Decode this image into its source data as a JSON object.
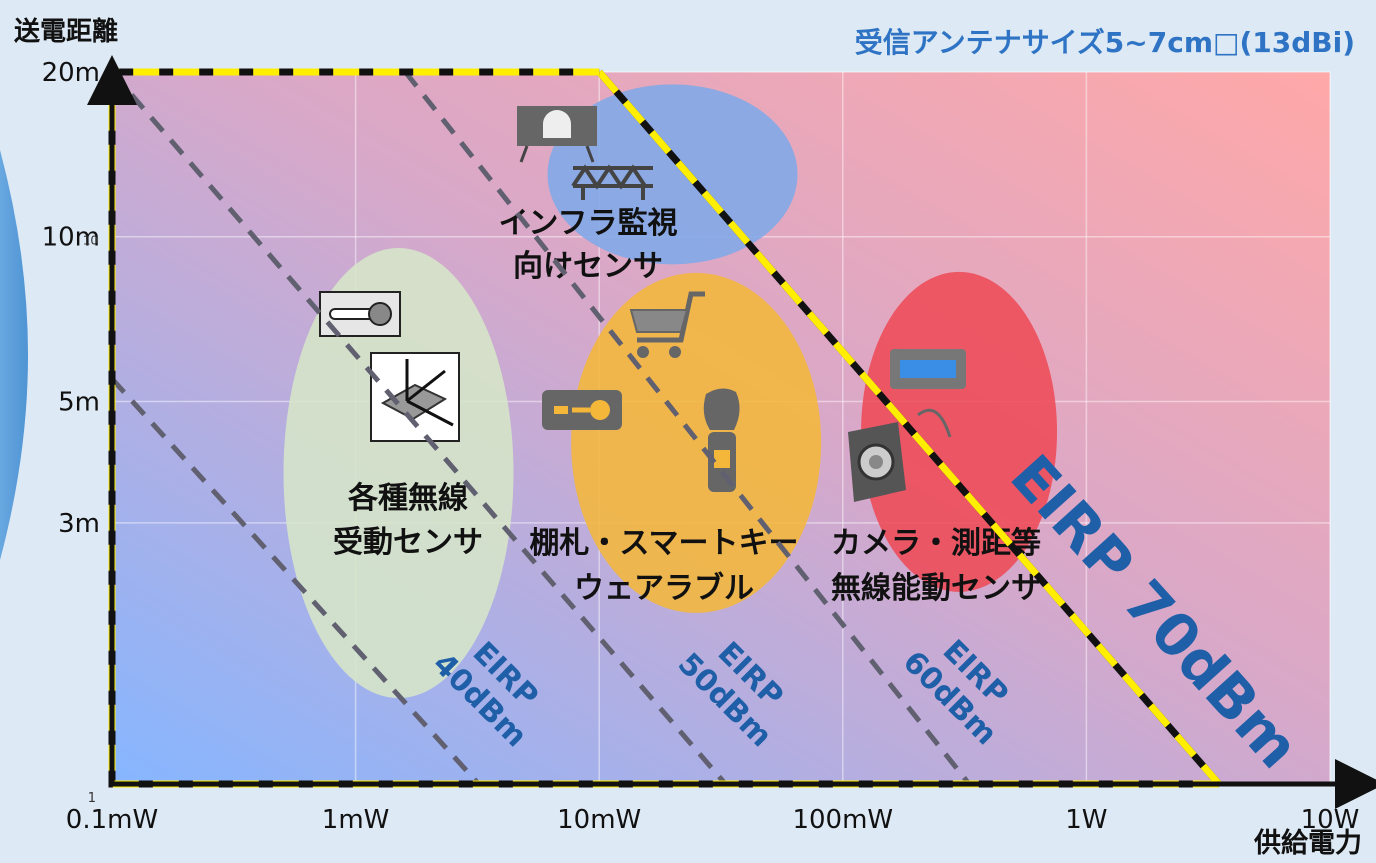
{
  "chart_data": {
    "type": "scatter",
    "title": "受信アンテナサイズ5~7cm□(13dBi)",
    "xlabel": "供給電力",
    "ylabel": "送電距離",
    "x_scale": "log",
    "y_scale": "log",
    "xlim_mW": [
      0.1,
      10000
    ],
    "ylim_m": [
      1,
      20
    ],
    "x_ticks": [
      {
        "value_mW": 0.1,
        "label": "0.1mW"
      },
      {
        "value_mW": 1,
        "label": "1mW"
      },
      {
        "value_mW": 10,
        "label": "10mW"
      },
      {
        "value_mW": 100,
        "label": "100mW"
      },
      {
        "value_mW": 1000,
        "label": "1W"
      },
      {
        "value_mW": 10000,
        "label": "10W"
      }
    ],
    "y_ticks": [
      {
        "value_m": 20,
        "label": "20m"
      },
      {
        "value_m": 10,
        "label": "10m"
      },
      {
        "value_m": 5,
        "label": "5m"
      },
      {
        "value_m": 3,
        "label": "3m"
      }
    ],
    "corner_labels": {
      "origin": "1",
      "ten": "10"
    },
    "grid": true,
    "eirp_lines": [
      {
        "label_lines": [
          "EIRP",
          "40dBm"
        ],
        "points": [
          [
            0.1,
            5.5
          ],
          [
            3.2,
            1
          ]
        ],
        "style": "dashed-gray"
      },
      {
        "label_lines": [
          "EIRP",
          "50dBm"
        ],
        "points": [
          [
            0.1,
            20
          ],
          [
            33,
            1
          ]
        ],
        "style": "dashed-gray"
      },
      {
        "label_lines": [
          "EIRP",
          "60dBm"
        ],
        "points": [
          [
            1.6,
            20
          ],
          [
            330,
            1
          ]
        ],
        "style": "dashed-gray"
      },
      {
        "label_lines": [
          "EIRP 70dBm"
        ],
        "points": [
          [
            10,
            20
          ],
          [
            3500,
            1
          ]
        ],
        "style": "dashed-yellow-boundary"
      }
    ],
    "regions": [
      {
        "label_lines": [
          "各種無線",
          "受動センサ"
        ],
        "center": [
          1.5,
          3.7
        ],
        "color": "#d6e6c8",
        "icons": [
          "thermometer-icon",
          "motion-sensor-icon"
        ]
      },
      {
        "label_lines": [
          "インフラ監視",
          "向けセンサ"
        ],
        "center": [
          20,
          13
        ],
        "color": "#7fa8e8",
        "icons": [
          "tunnel-monitor-icon",
          "bridge-icon"
        ]
      },
      {
        "label_lines": [
          "棚札・スマートキー",
          "ウェアラブル"
        ],
        "center": [
          25,
          4.2
        ],
        "color": "#f4b73a",
        "icons": [
          "shopping-cart-icon",
          "key-card-icon",
          "wearable-hand-icon"
        ]
      },
      {
        "label_lines": [
          "カメラ・測距等",
          "無線能動センサ"
        ],
        "center": [
          300,
          4.4
        ],
        "color": "#ee4a57",
        "icons": [
          "range-sensor-icon",
          "camera-icon"
        ]
      }
    ],
    "colors": {
      "dashed_line": "#606070",
      "eirp_label": "#1f5fa8",
      "boundary": "#ffee00",
      "axis": "#111111",
      "title": "#2f74c4"
    }
  }
}
